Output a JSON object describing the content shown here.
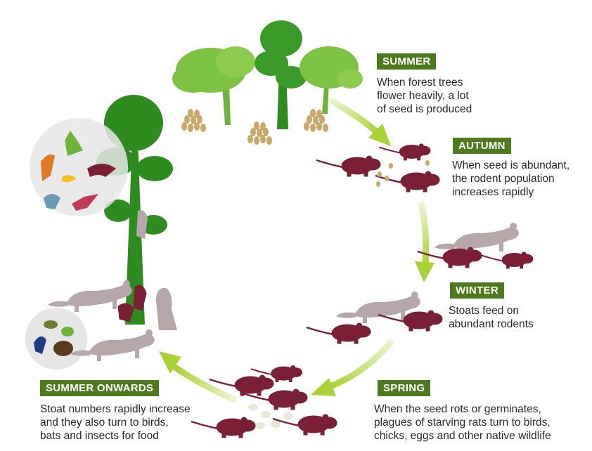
{
  "stages": [
    {
      "title": "SUMMER",
      "lines": [
        "When forest trees",
        "flower heavily, a lot",
        "of seed is produced"
      ]
    },
    {
      "title": "AUTUMN",
      "lines": [
        "When seed is abundant,",
        "the rodent population",
        "increases rapidly"
      ]
    },
    {
      "title": "WINTER",
      "lines": [
        "Stoats feed on",
        "abundant rodents"
      ]
    },
    {
      "title": "SPRING",
      "lines": [
        "When the seed rots or germinates,",
        "plagues of starving rats turn to birds,",
        "chicks, eggs and other native wildlife"
      ]
    },
    {
      "title": "SUMMER ONWARDS",
      "lines": [
        "Stoat numbers rapidly increase",
        "and they also turn to birds,",
        "bats and insects for food"
      ]
    }
  ],
  "colors": {
    "label_bg": "#4e7a1e",
    "tree_light": "#7dc242",
    "tree_dark": "#2e8b1e",
    "rodent": "#7a1f35",
    "stoat": "#b5a7aa",
    "seed": "#c9a96a",
    "arrow": "#9ccf2e"
  }
}
